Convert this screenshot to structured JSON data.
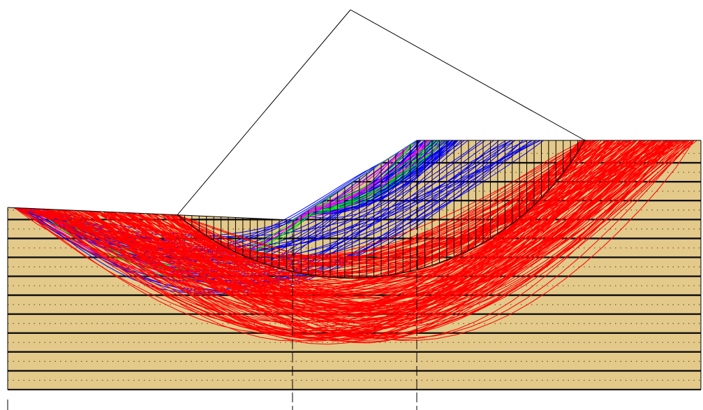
{
  "figure": {
    "kind": "slope-stability-analysis",
    "colors": {
      "background": "#ffffff",
      "soil_fill": "#e3c98a",
      "soil_stripe": "#111111",
      "soil_dots": "#6b5a2a",
      "outline": "#000000",
      "slope_face": "#2f6fb5",
      "critical_surface": "#000000",
      "slices": "#000000",
      "radius_lines": "#000000",
      "trial_surfaces_blue": "#0000ff",
      "trial_surfaces_green": "#00ee00",
      "trial_surfaces_magenta": "#ff00ff",
      "trial_surfaces_red": "#ff0000"
    },
    "layers": {
      "count": 13,
      "pattern": "horizontal-bands-with-dotted-lines"
    },
    "critical_surface": {
      "shown": true,
      "slice_count": 56,
      "radius_lines_to_center": true
    },
    "trial_surfaces": {
      "shown": true,
      "groups": [
        {
          "color": "blue",
          "count": 70
        },
        {
          "color": "green",
          "count": 14
        },
        {
          "color": "magenta",
          "count": 10
        },
        {
          "color": "red",
          "count": 170
        }
      ]
    },
    "section_markers": {
      "count": 2,
      "style": "dashed-vertical"
    }
  }
}
